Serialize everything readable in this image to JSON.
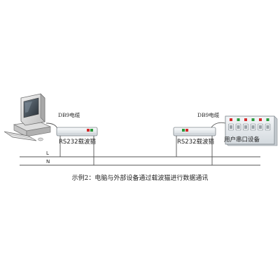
{
  "labels": {
    "cable_left": "DB9电缆",
    "cable_right": "DB9电缆",
    "modem_left": "RS232载波猫",
    "modem_right": "RS232载波猫",
    "user_device": "用户串口设备",
    "line_l": "L",
    "line_n": "N",
    "caption": "示例2：电脑与外部设备通过载波猫进行数据通讯"
  },
  "colors": {
    "line": "#555555",
    "led_red": "#d42a2a",
    "led_green": "#2a9a3a",
    "device_body": "#e8ecef",
    "device_edge": "#8a9096"
  },
  "device_panel": {
    "indicator_colors": [
      "#d42a2a",
      "#2a9a3a",
      "#d42a2a",
      "#2a9a3a",
      "#d42a2a",
      "#2a9a3a"
    ]
  }
}
